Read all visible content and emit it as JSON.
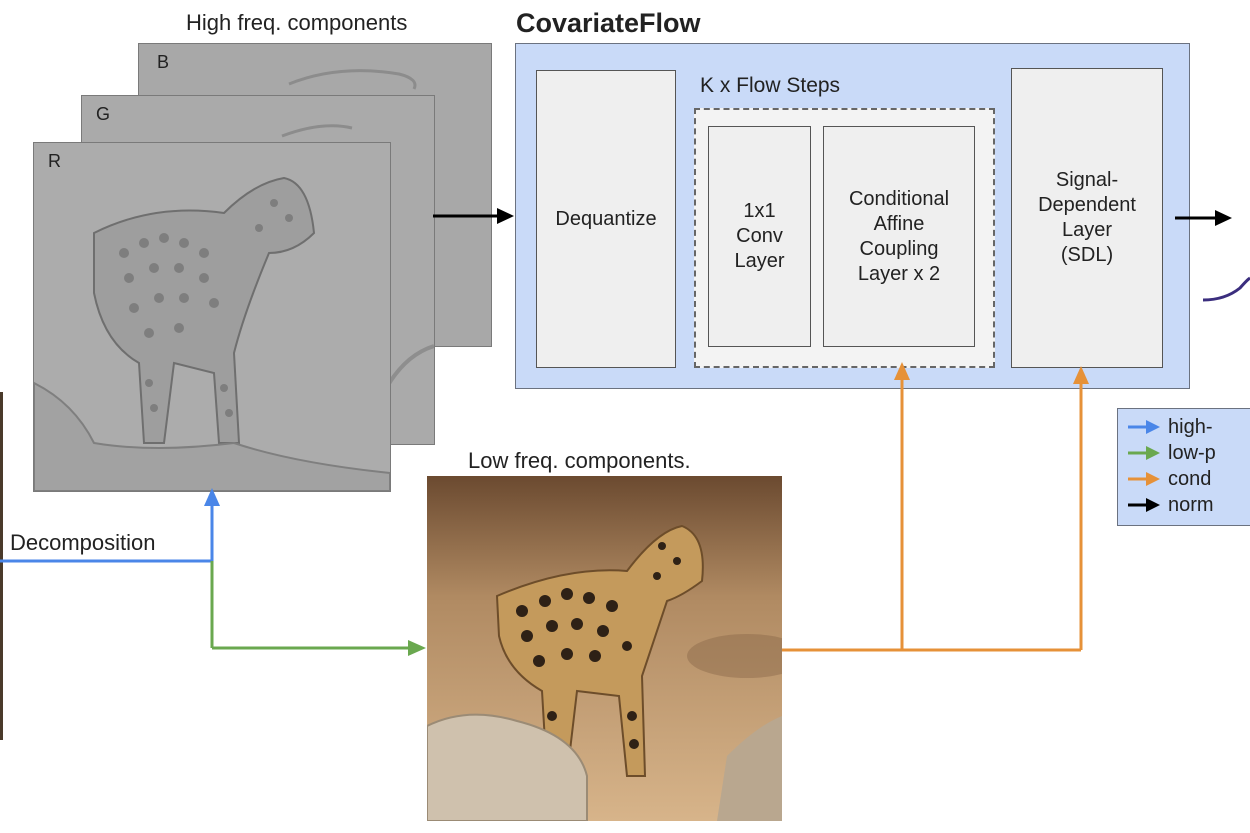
{
  "high_freq_label": "High freq. components",
  "low_freq_label": "Low freq. components.",
  "decomposition_label": "Decomposition",
  "channels": [
    "B",
    "G",
    "R"
  ],
  "flow": {
    "title": "CovariateFlow",
    "steps_label": "K x Flow Steps",
    "blocks": {
      "dequantize": "Dequantize",
      "conv": "1x1\nConv\nLayer",
      "affine": "Conditional\nAffine\nCoupling\nLayer x 2",
      "sdl": "Signal-\nDependent\nLayer\n(SDL)"
    }
  },
  "legend": [
    {
      "text": "high-",
      "color": "#4a86e8"
    },
    {
      "text": "low-p",
      "color": "#6aa84f"
    },
    {
      "text": "cond",
      "color": "#e69138"
    },
    {
      "text": "norm",
      "color": "#000000"
    }
  ],
  "colors": {
    "high_pass": "#4a86e8",
    "low_pass": "#6aa84f",
    "condition": "#e69138",
    "normal": "#000000",
    "flow_fill": "#c9daf8",
    "block_fill": "#efefef"
  }
}
